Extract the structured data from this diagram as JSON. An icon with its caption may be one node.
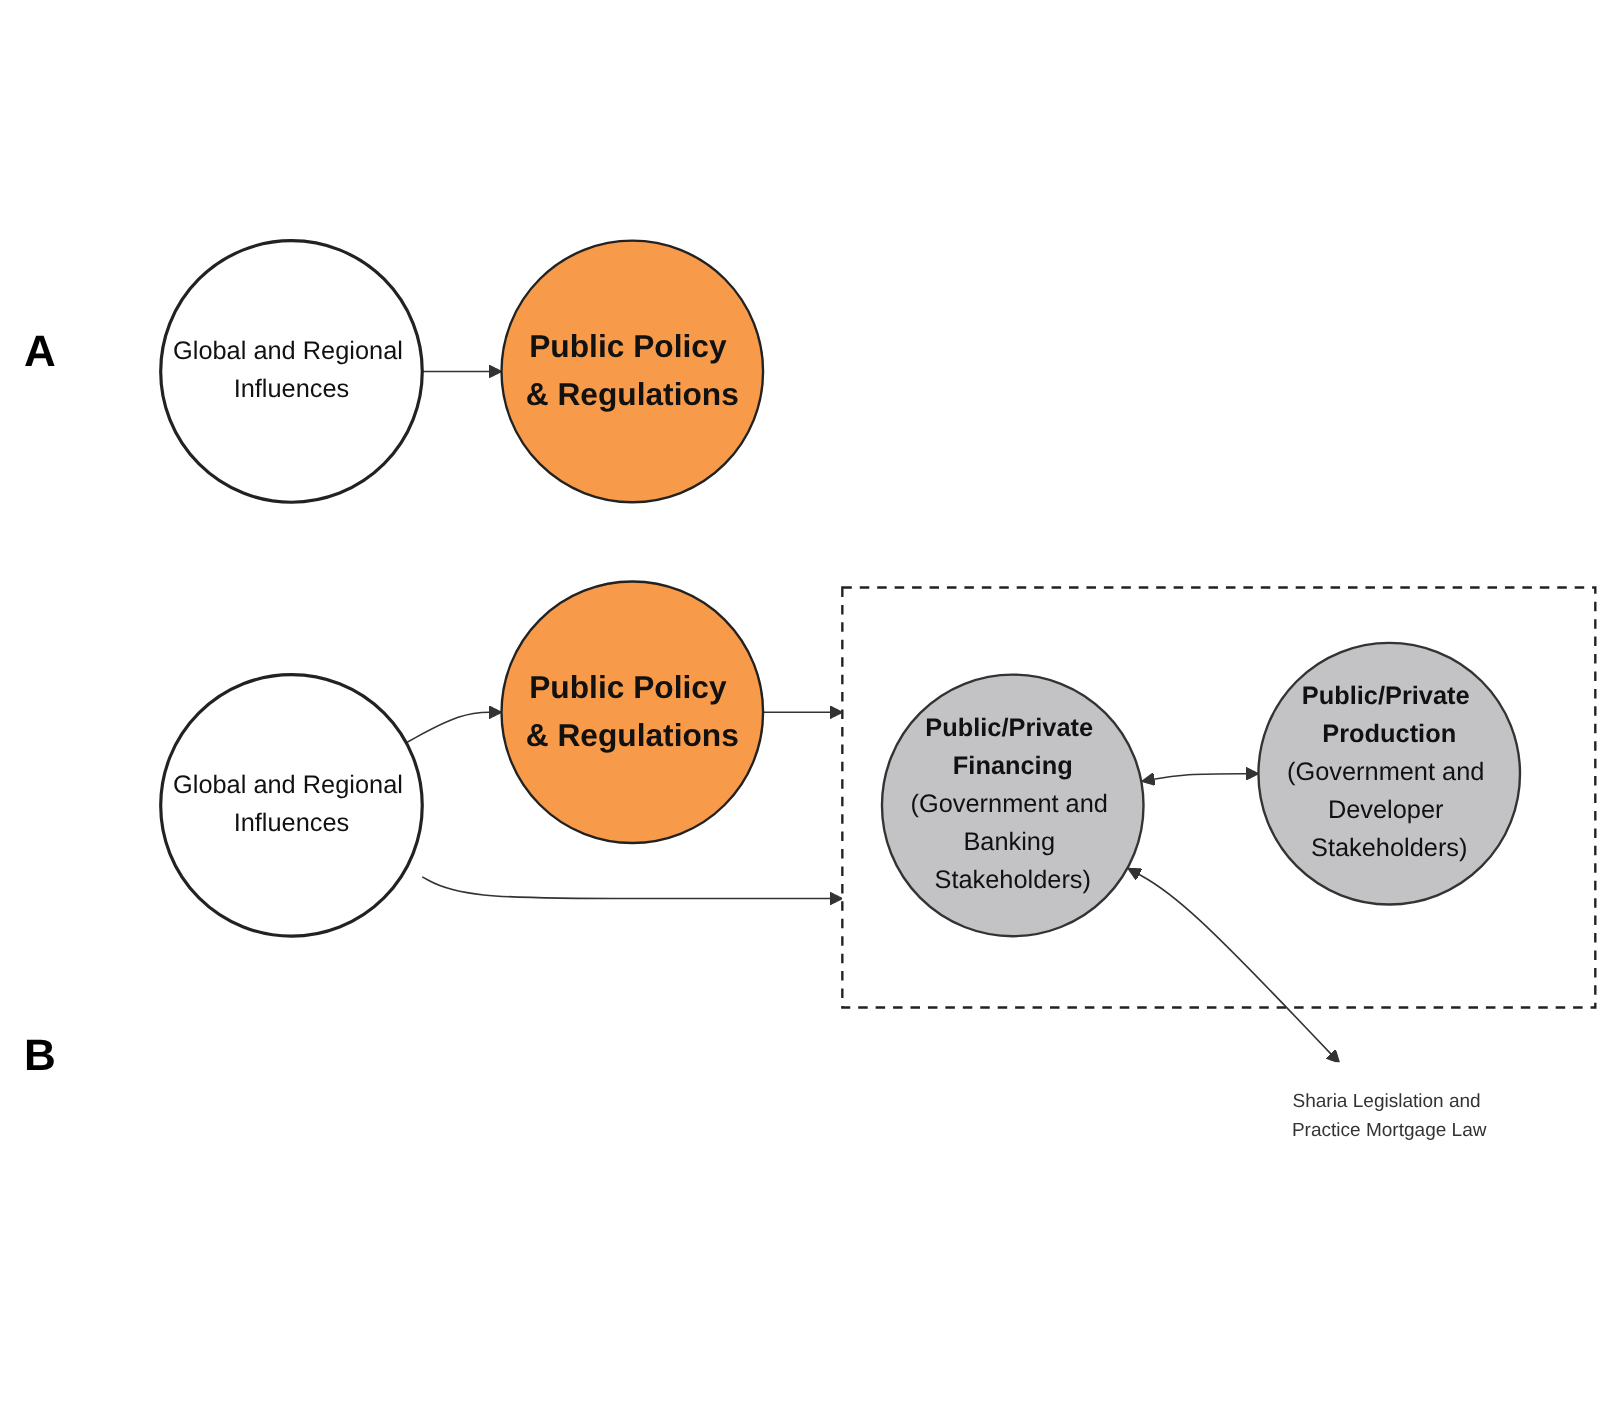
{
  "diagram": {
    "nodes": [
      {
        "text": [
          "Global and Regional Influences"
        ]
      },
      {
        "text": [
          "Public Policy & Regulations"
        ]
      },
      {
        "text": [],
        "shape": "cloud"
      },
      {
        "text": [
          "Public/Private Financing",
          "(Government and Banking Stakeholders)"
        ],
        "in": 2
      },
      {
        "text": [
          "Public/Private Production",
          "(Government and Developer Stakeholders)"
        ],
        "in": 2
      },
      {
        "text": [
          "Public Policy & Regulations"
        ]
      },
      {
        "text": [
          "Sharia Legislation and Practice Mortgage Law"
        ]
      },
      {
        "text": [
          "Global and Regional Influences"
        ]
      }
    ],
    "edges": [
      {
        "from": 0,
        "to": 1,
        "arrow": "to"
      },
      {
        "from": 3,
        "to": 4,
        "arrow": "both"
      },
      {
        "from": 3,
        "to": 6,
        "arrow": "both"
      },
      {
        "from": 5,
        "to": 2,
        "arrow": "to"
      },
      {
        "from": 7,
        "to": 5,
        "arrow": "to"
      },
      {
        "from": 7,
        "to": 2,
        "arrow": "to"
      }
    ],
    "labels": [
      "A",
      "B"
    ]
  }
}
